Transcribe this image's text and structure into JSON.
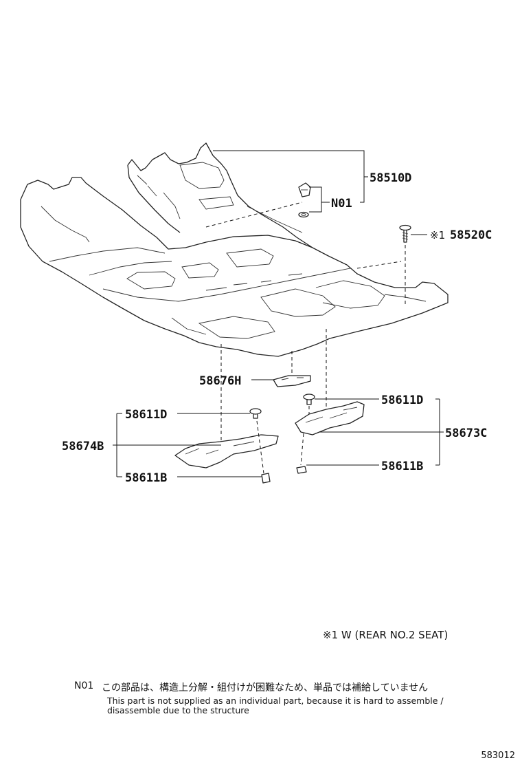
{
  "figure": {
    "id": "583012"
  },
  "callouts": {
    "main_carpet": "58510D",
    "n01": "N01",
    "screw_mark": "※1",
    "screw": "58520C",
    "bracket": "58676H",
    "clip_d_left": "58611D",
    "clip_d_right": "58611D",
    "left_cover": "58674B",
    "right_cover": "58673C",
    "clip_b_left": "58611B",
    "clip_b_right": "58611B"
  },
  "notes": {
    "mark_note": "※1 W (REAR NO.2 SEAT)",
    "n01_code": "N01",
    "n01_japanese": "この部品は、構造上分解・組付けが困難なため、単品では補給していません",
    "n01_english": "This part is not supplied as an individual part, because it is hard to assemble / disassemble due to the structure"
  }
}
